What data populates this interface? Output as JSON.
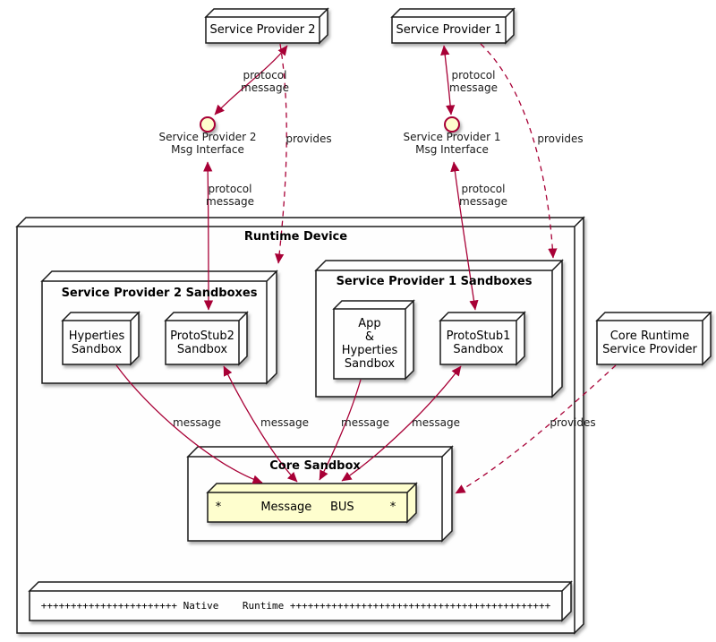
{
  "colors": {
    "arrow": "#A80036",
    "node_border": "#1A1A1A",
    "node_fill": "#FEFEFE",
    "bus_fill": "#FEFECE",
    "interface_fill": "#FEFECE",
    "background": "#FFFFFF"
  },
  "top": {
    "sp2_box": "Service Provider 2",
    "sp1_box": "Service Provider 1",
    "sp2_interface": "Service Provider 2\nMsg Interface",
    "sp1_interface": "Service Provider 1\nMsg Interface"
  },
  "edge_labels": {
    "protocol_message": "protocol\nmessage",
    "provides": "provides",
    "message": "message"
  },
  "runtime_device": {
    "title": "Runtime Device",
    "sp2_sandboxes": {
      "title": "Service Provider 2 Sandboxes",
      "hyperties": "Hyperties\nSandbox",
      "protostub2": "ProtoStub2\nSandbox"
    },
    "sp1_sandboxes": {
      "title": "Service Provider 1 Sandboxes",
      "app": "App\n&\nHyperties\nSandbox",
      "protostub1": "ProtoStub1\nSandbox"
    },
    "core_sandbox": {
      "title": "Core Sandbox",
      "bus_left_star": "*",
      "bus_label": "Message     BUS",
      "bus_right_star": "*"
    },
    "native_runtime": "+++++++++++++++++++++++ Native    Runtime ++++++++++++++++++++++++++++++++++++++++++++"
  },
  "core_runtime_provider": "Core Runtime\nService Provider"
}
